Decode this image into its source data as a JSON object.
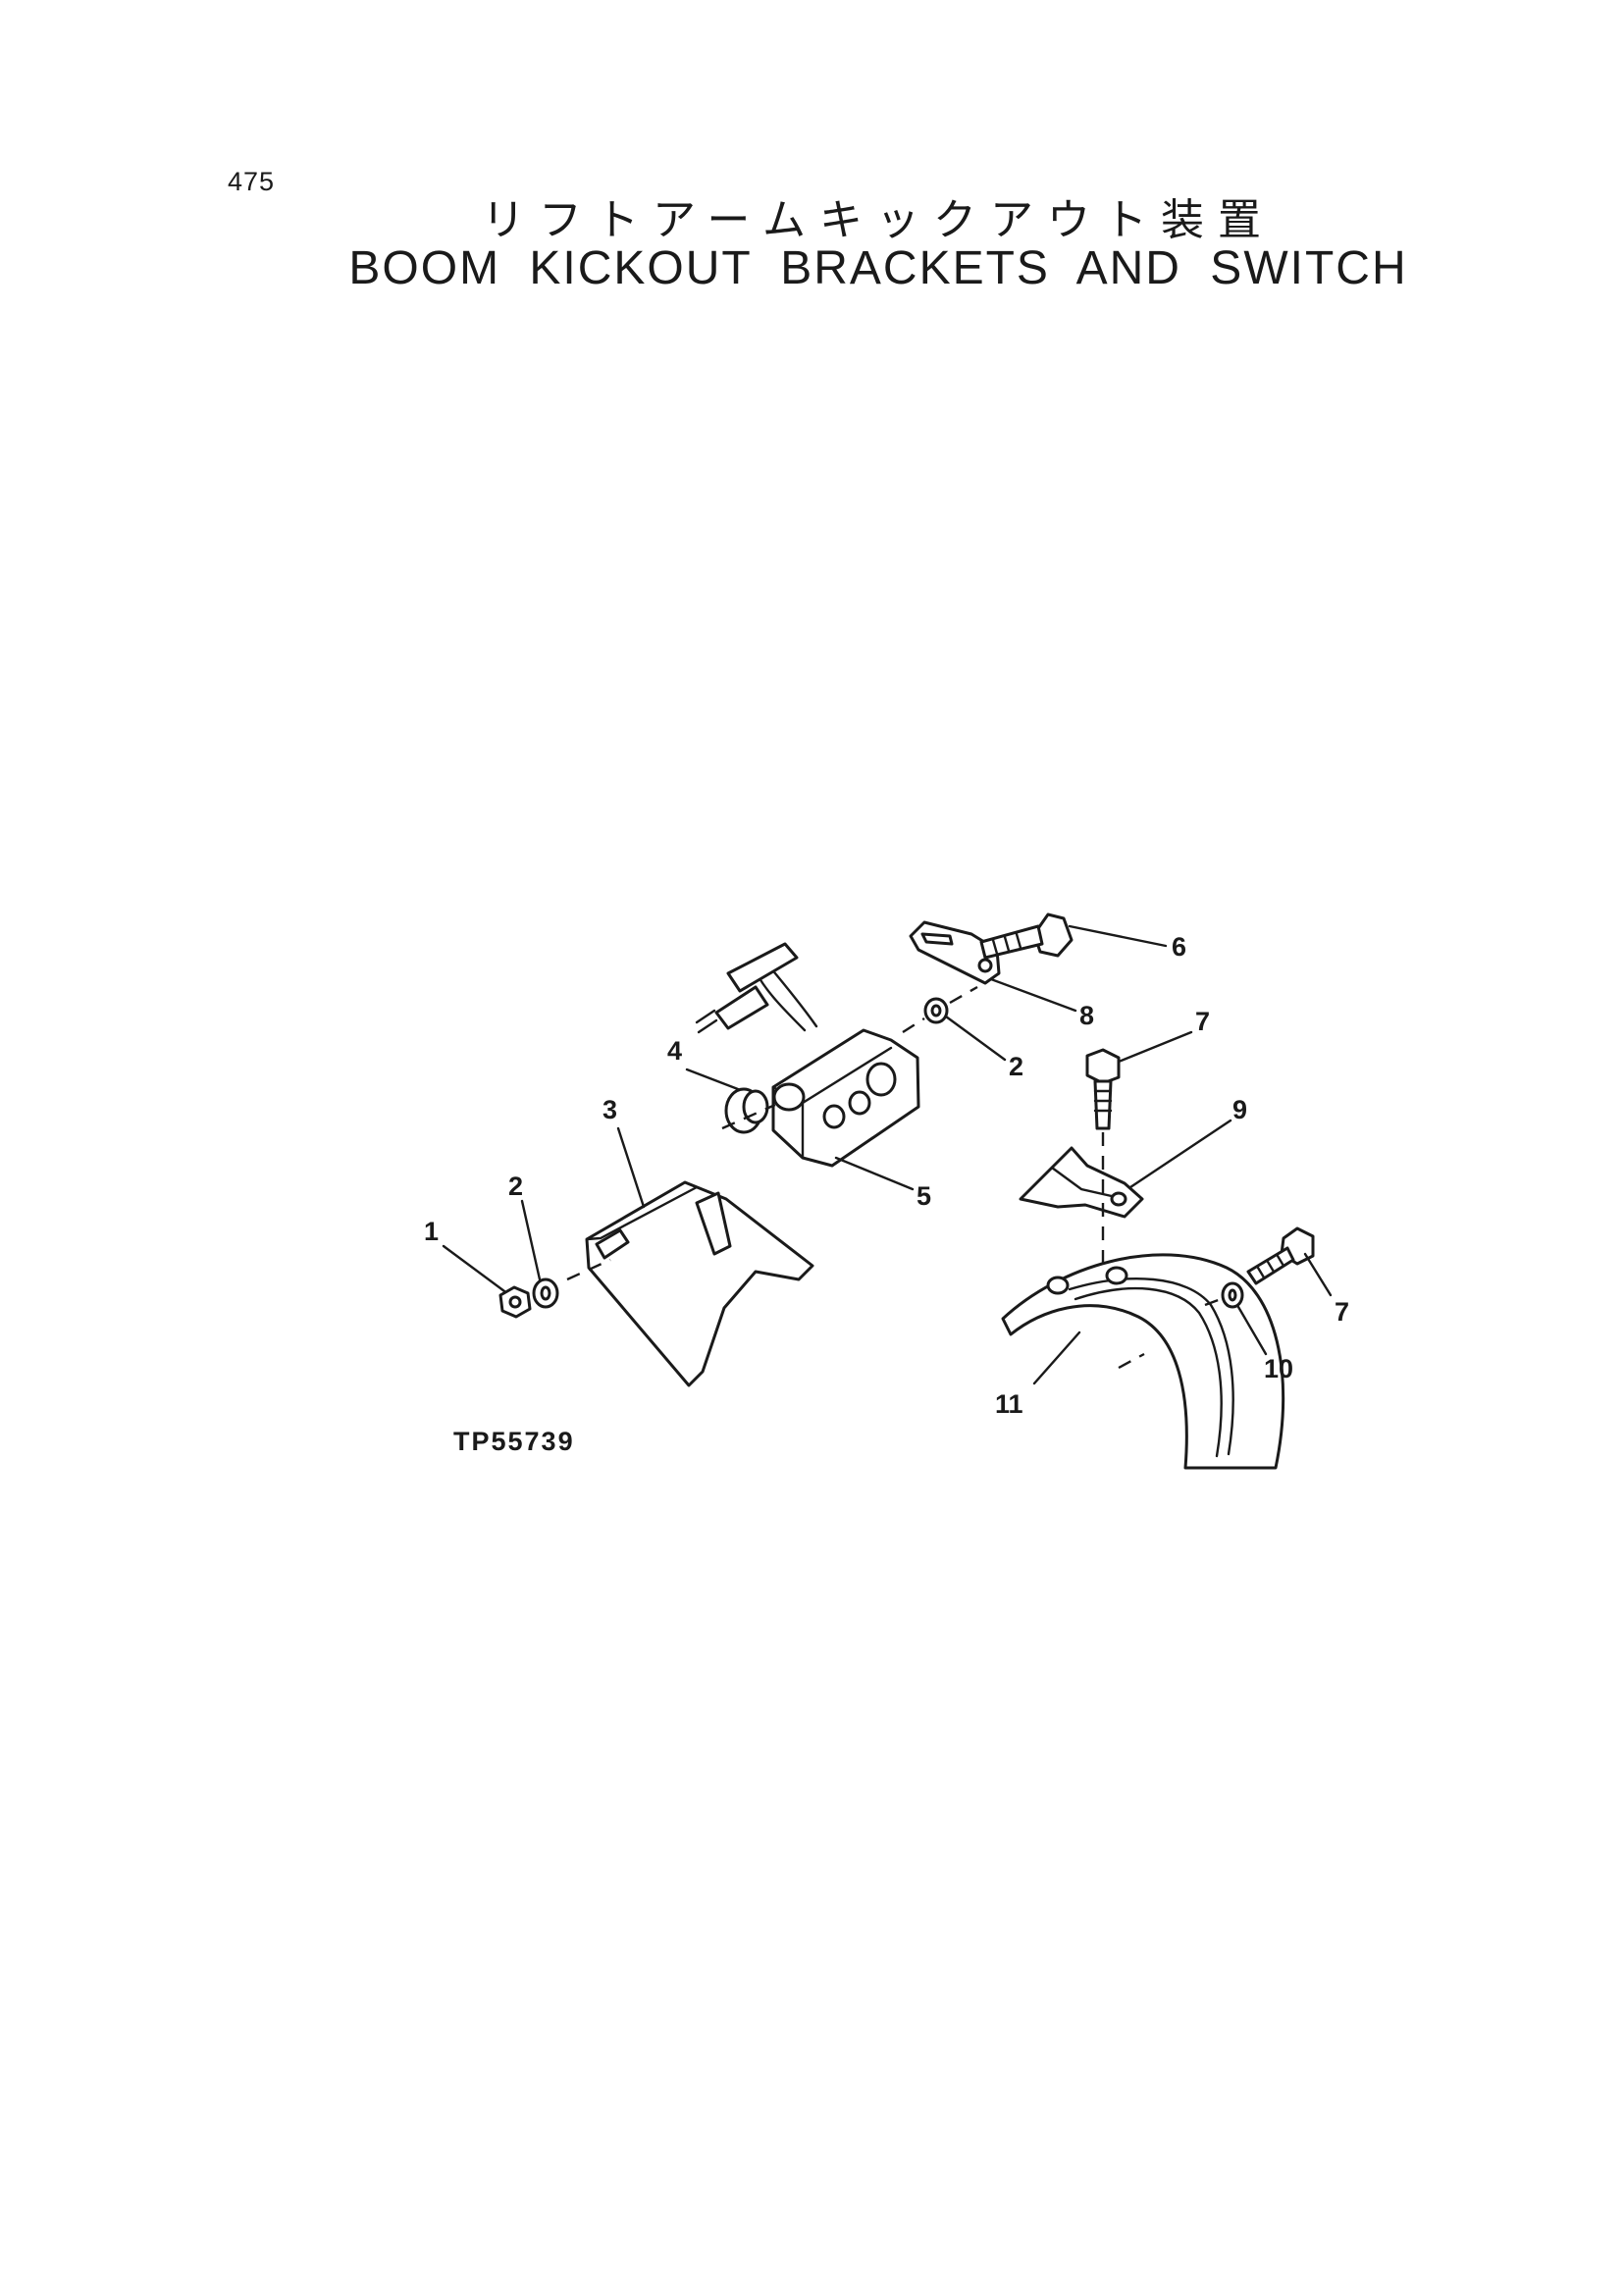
{
  "page": {
    "number": "475",
    "title_jp": "リフトアームキックアウト装置",
    "title_en": "BOOM KICKOUT BRACKETS AND SWITCH"
  },
  "diagram": {
    "figure_code": "TP55739",
    "callouts": [
      {
        "id": "c1",
        "label": "1"
      },
      {
        "id": "c2a",
        "label": "2"
      },
      {
        "id": "c3",
        "label": "3"
      },
      {
        "id": "c4",
        "label": "4"
      },
      {
        "id": "c5",
        "label": "5"
      },
      {
        "id": "c2b",
        "label": "2"
      },
      {
        "id": "c6",
        "label": "6"
      },
      {
        "id": "c8",
        "label": "8"
      },
      {
        "id": "c7a",
        "label": "7"
      },
      {
        "id": "c9",
        "label": "9"
      },
      {
        "id": "c7b",
        "label": "7"
      },
      {
        "id": "c10",
        "label": "10"
      },
      {
        "id": "c11",
        "label": "11"
      }
    ]
  }
}
